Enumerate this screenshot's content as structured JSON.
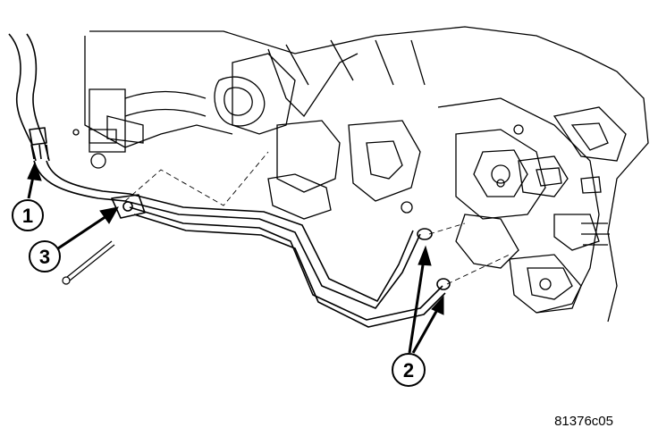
{
  "callouts": [
    {
      "id": "1",
      "label": "1"
    },
    {
      "id": "2",
      "label": "2"
    },
    {
      "id": "3",
      "label": "3"
    }
  ],
  "figure_code": "81376c05",
  "colors": {
    "line": "#000000",
    "background": "#ffffff"
  }
}
